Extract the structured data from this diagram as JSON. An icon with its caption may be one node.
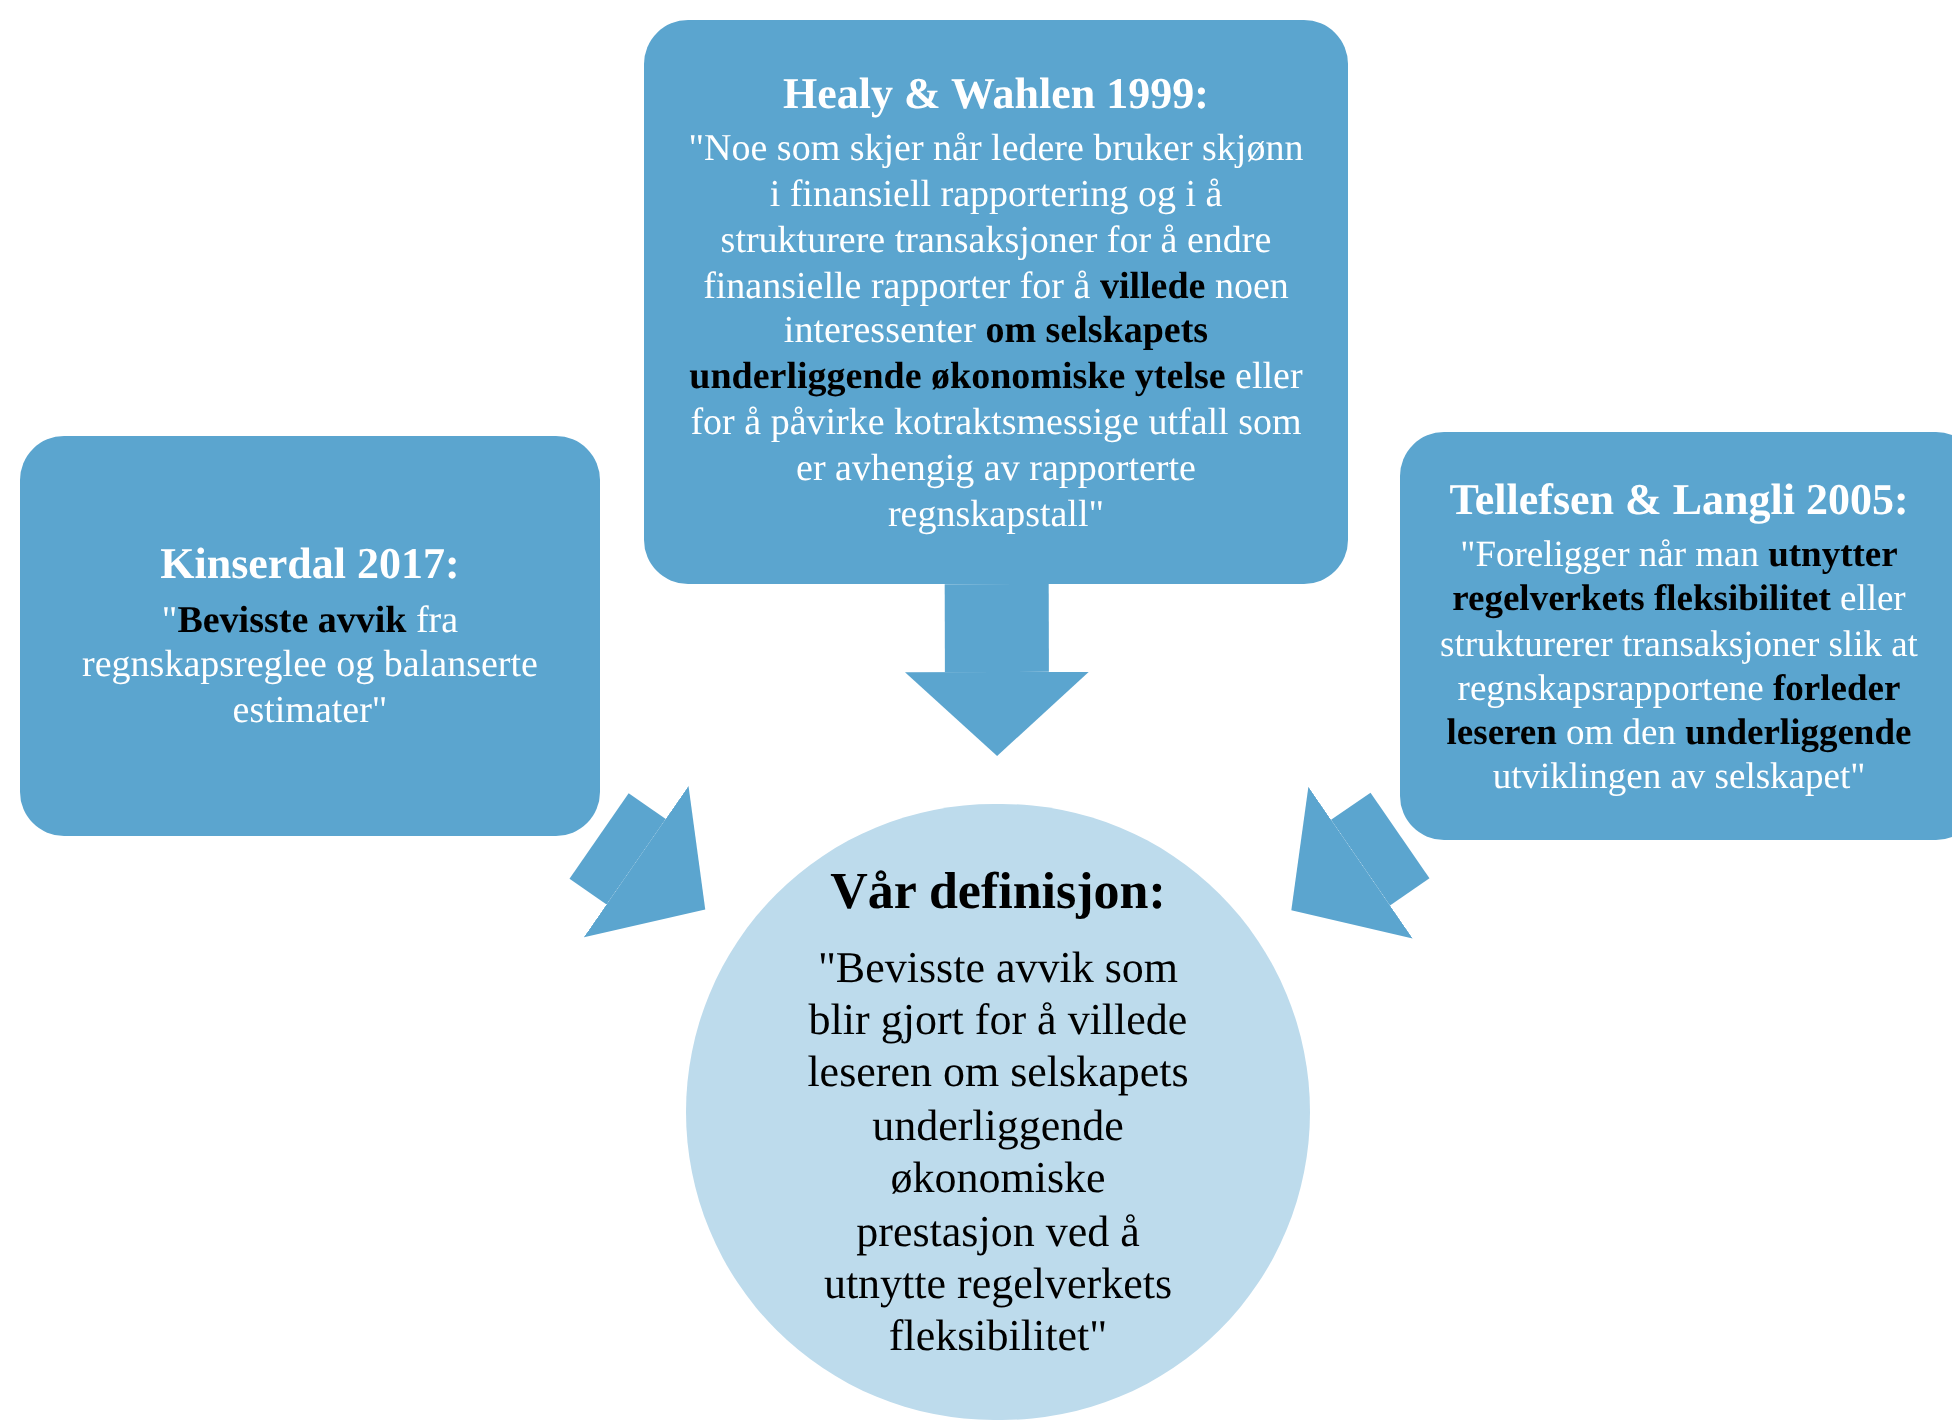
{
  "diagram": {
    "nodes": [
      {
        "text": [
          "Healy & Wahlen 1999:",
          "\"Noe som skjer når ledere bruker skjønn i finansiell rapportering og i å strukturere transaksjoner for å endre finansielle rapporter for å **villede** noen interessenter **om selskapets underliggende økonomiske ytelse** eller for å påvirke kotraktsmessige utfall som er avhengig av rapporterte regnskapstall\""
        ]
      },
      {
        "text": [
          "Kinserdal 2017:",
          "\"**Bevisste avvik** fra regnskapsreglee og balanserte estimater\""
        ]
      },
      {
        "text": [
          "Tellefsen & Langli 2005:",
          "\"Foreligger når man **utnytter regelverkets fleksibilitet** eller strukturerer transaksjoner slik at regnskapsrapportene **forleder leseren** om den **underliggende** utviklingen av selskapet\""
        ]
      },
      {
        "text": [
          "Vår definisjon:",
          "\"Bevisste avvik som blir gjort for å villede leseren om selskapets underliggende økonomiske prestasjon ved å utnytte regelverkets fleksibilitet\""
        ]
      }
    ],
    "edges": [
      {
        "from": 0,
        "to": 3,
        "arrow": "to"
      },
      {
        "from": 1,
        "to": 3,
        "arrow": "to"
      },
      {
        "from": 2,
        "to": 3,
        "arrow": "to"
      }
    ]
  }
}
